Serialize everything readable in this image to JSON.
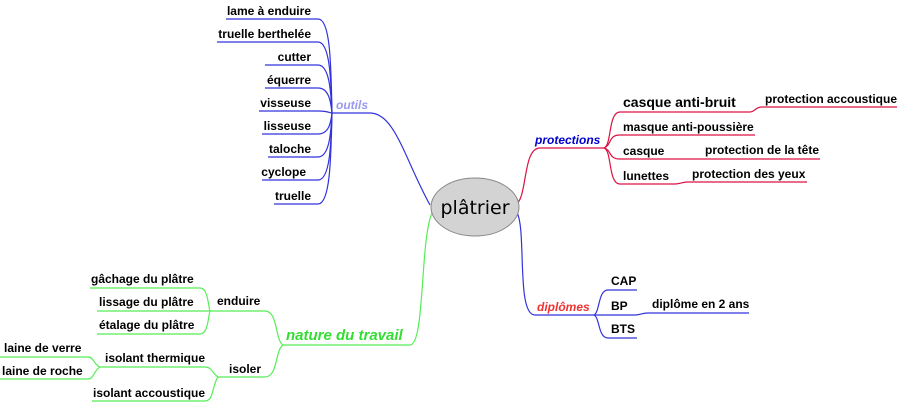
{
  "center": "plâtrier",
  "colors": {
    "outils": "#9999ee",
    "protections": "#0000cc",
    "diplomes": "#ee3333",
    "nature": "#33dd33"
  },
  "outils": {
    "label": "outils",
    "items": [
      "lame à enduire",
      "truelle berthelée",
      "cutter",
      "équerre",
      "visseuse",
      "lisseuse",
      "taloche",
      "cyclope",
      "truelle"
    ]
  },
  "protections": {
    "label": "protections",
    "items": [
      {
        "label": "casque anti-bruit",
        "detail": "protection accoustique"
      },
      {
        "label": "masque anti-poussière"
      },
      {
        "label": "casque",
        "detail": "protection de la tête"
      },
      {
        "label": "lunettes",
        "detail": "protection des yeux"
      }
    ]
  },
  "diplomes": {
    "label": "diplômes",
    "items": [
      {
        "label": "CAP"
      },
      {
        "label": "BP",
        "detail": "diplôme en 2 ans"
      },
      {
        "label": "BTS"
      }
    ]
  },
  "nature": {
    "label": "nature du travail",
    "enduire": {
      "label": "enduire",
      "items": [
        "gâchage du plâtre",
        "lissage du plâtre",
        "étalage du plâtre"
      ]
    },
    "isoler": {
      "label": "isoler",
      "thermique": {
        "label": "isolant thermique",
        "items": [
          "laine de verre",
          "laine de roche"
        ]
      },
      "accoustique": "isolant accoustique"
    }
  }
}
